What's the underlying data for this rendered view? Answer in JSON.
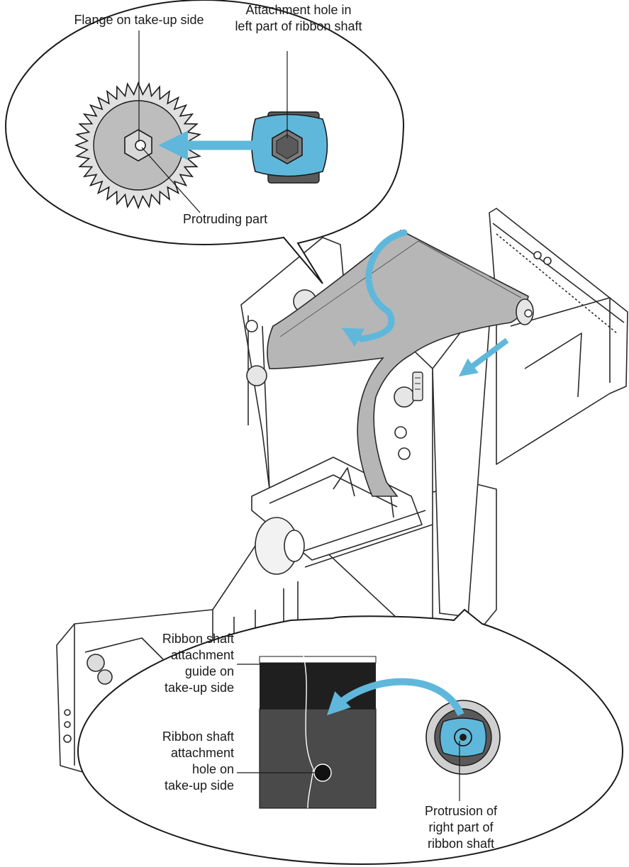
{
  "colors": {
    "accent_blue": "#5fb8db",
    "ribbon_gray": "#b6b6b6",
    "dark_gray": "#4a4a4a",
    "line": "#1a1a1a",
    "outline": "#2a2a2a"
  },
  "icons": [
    "flange-gear-icon",
    "hex-hole-icon",
    "shaft-protrusion-icon",
    "insert-arrow-icon",
    "curved-arrow-icon"
  ],
  "callouts": {
    "top": {
      "flange": "Flange on take-up side",
      "hole_line1": "Attachment hole in",
      "hole_line2": "left part of ribbon shaft",
      "protruding": "Protruding part"
    },
    "bottom": {
      "guide_line1": "Ribbon shaft",
      "guide_line2": "attachment",
      "guide_line3": "guide on",
      "guide_line4": "take-up side",
      "hole_line1": "Ribbon shaft",
      "hole_line2": "attachment",
      "hole_line3": "hole on",
      "hole_line4": "take-up side",
      "protrusion_line1": "Protrusion of",
      "protrusion_line2": "right part of",
      "protrusion_line3": "ribbon shaft"
    }
  }
}
